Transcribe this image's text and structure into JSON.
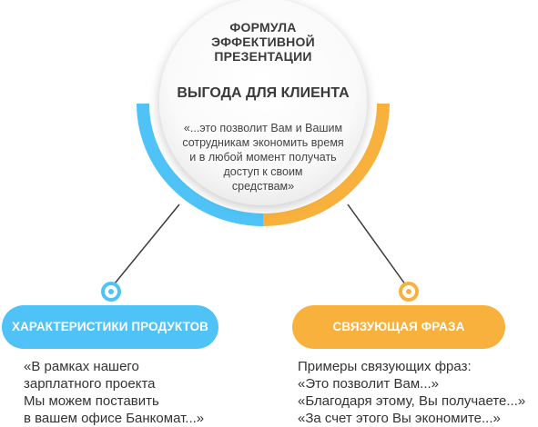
{
  "colors": {
    "blue": "#4fc3f7",
    "orange": "#f9b13d",
    "connector": "#3a3a3a",
    "text": "#333333"
  },
  "center": {
    "title": "ФОРМУЛА\nЭФФЕКТИВНОЙ\nПРЕЗЕНТАЦИИ",
    "subtitle": "ВЫГОДА ДЛЯ КЛИЕНТА",
    "quote": "«...это позволит Вам и Вашим\nсотрудникам экономить время\nи в любой момент получать\nдоступ к своим\nсредствам»"
  },
  "left": {
    "label": "ХАРАКТЕРИСТИКИ ПРОДУКТОВ",
    "text": "«В рамках нашего\nзарплатного проекта\nМы можем поставить\nв вашем офисе Банкомат...»"
  },
  "right": {
    "label": "СВЯЗУЮЩАЯ ФРАЗА",
    "text": "Примеры связующих фраз:\n«Это позволит Вам...»\n«Благодаря этому, Вы получаете...»\n«За счет этого Вы экономите...»"
  }
}
